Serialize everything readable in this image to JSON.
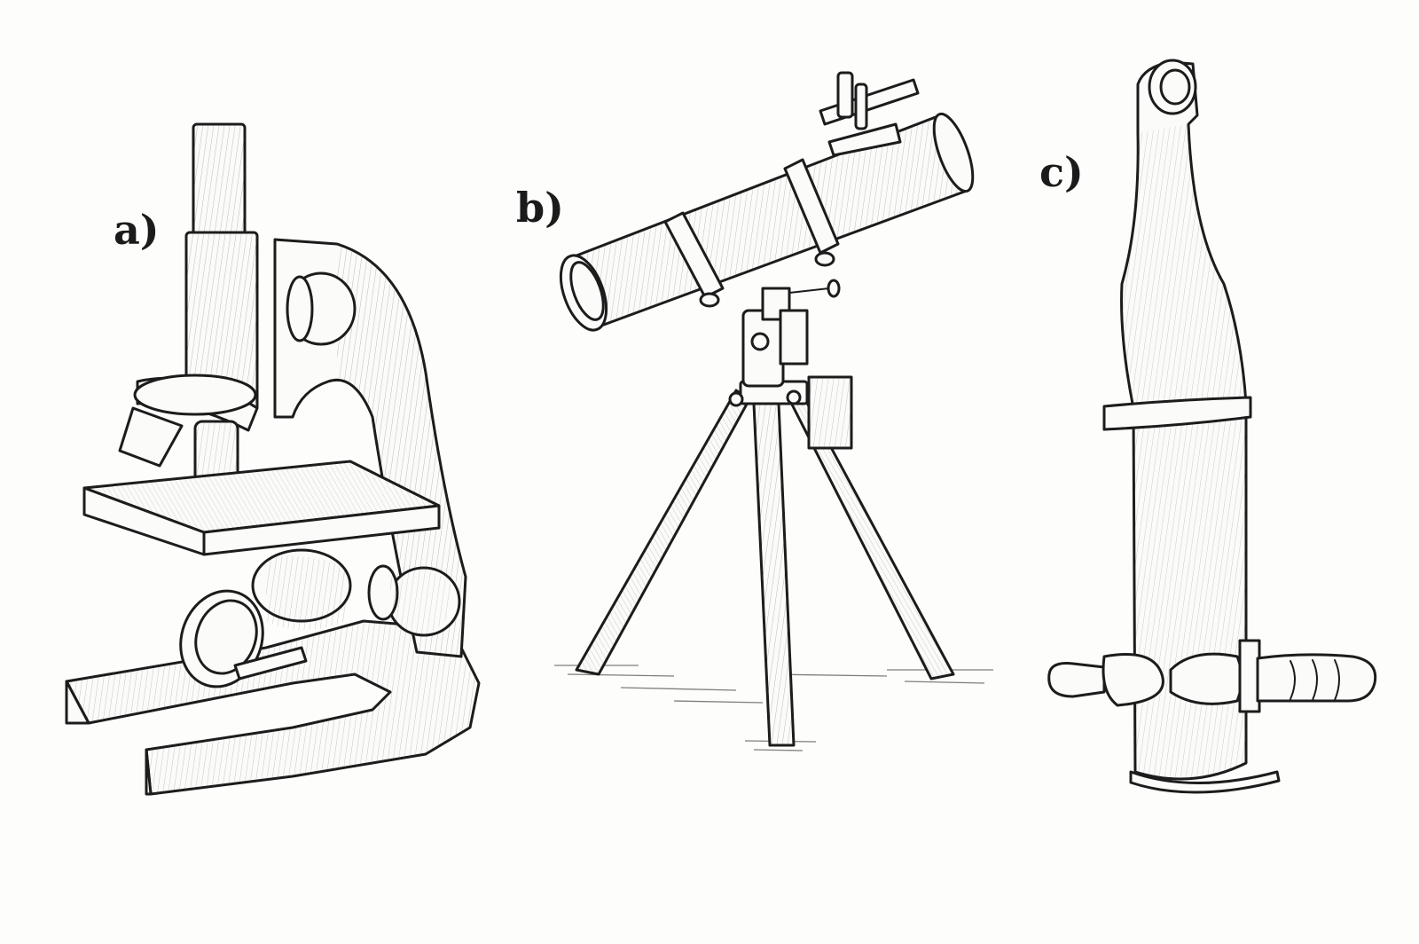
{
  "figure": {
    "panels": [
      {
        "label": "a)",
        "icon": "microscope-icon"
      },
      {
        "label": "b)",
        "icon": "telescope-icon"
      },
      {
        "label": "c)",
        "icon": "periscope-bottle-icon"
      }
    ]
  }
}
